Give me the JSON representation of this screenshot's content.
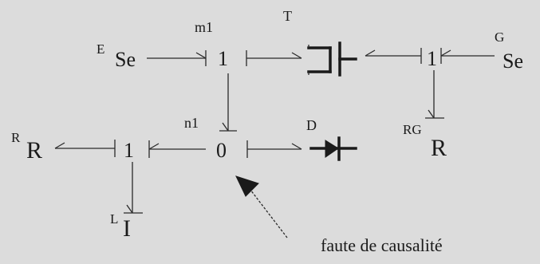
{
  "diagram": {
    "nodes": {
      "m1_junction": "1",
      "g_junction": "1",
      "n1_junction": "0",
      "left_junction": "1"
    },
    "labels": {
      "m1": "m1",
      "n1": "n1",
      "transistor": "T",
      "diode": "D"
    },
    "elements": {
      "se_e": {
        "sup": "E",
        "name": "Se"
      },
      "se_g": {
        "sup": "G",
        "name": "Se"
      },
      "r_rg": {
        "sup": "RG",
        "name": "R"
      },
      "r_r": {
        "sup": "R",
        "name": "R"
      },
      "i_l": {
        "sup": "L",
        "name": "I"
      }
    },
    "annotation": "faute de causalité"
  }
}
